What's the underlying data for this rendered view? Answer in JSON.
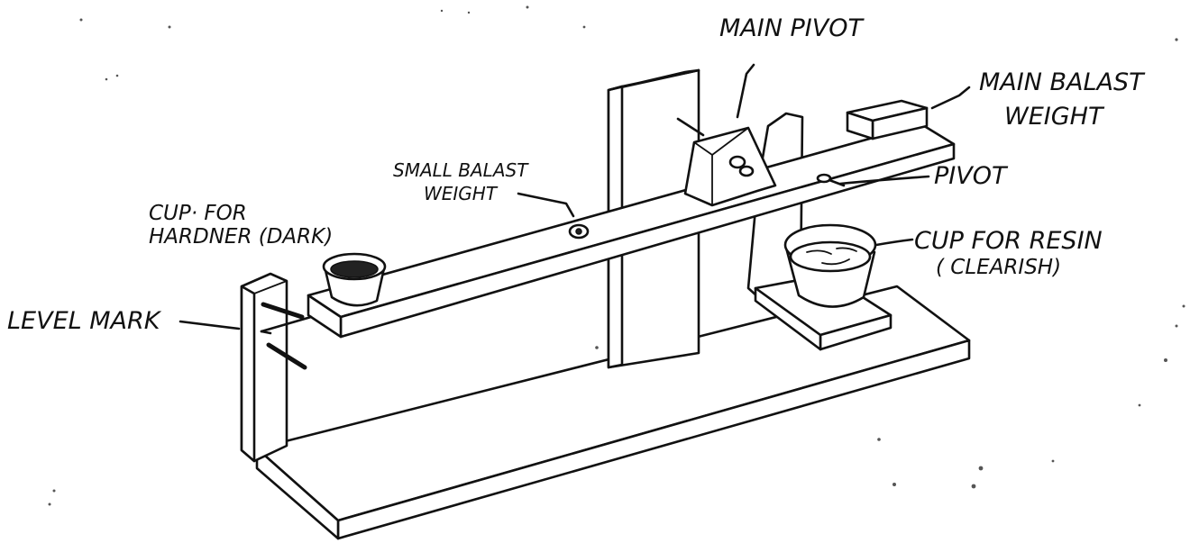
{
  "labels": {
    "main_pivot": "MAIN PIVOT",
    "main_balast_line1": "MAIN BALAST",
    "main_balast_line2": "WEIGHT",
    "pivot": "PIVOT",
    "small_balast_line1": "SMALL BALAST",
    "small_balast_line2": "WEIGHT",
    "cup_hardner_line1": "CUP· FOR",
    "cup_hardner_line2": "HARDNER (DARK)",
    "cup_resin_line1": "CUP FOR RESIN",
    "cup_resin_line2": "( CLEARISH)",
    "level_mark": "LEVEL MARK"
  }
}
